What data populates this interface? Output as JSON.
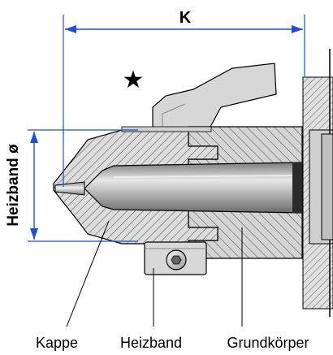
{
  "dimensions": {
    "length_label": "K",
    "diameter_label": "Heizband ø",
    "color": "#1f4fd8"
  },
  "marker": {
    "symbol": "★",
    "icon": "star-icon"
  },
  "callouts": {
    "kappe": "Kappe",
    "heizband": "Heizband",
    "grundkoerper": "Grundkörper"
  },
  "colors": {
    "part_fill": "#d9d9d9",
    "hatch": "#555555",
    "bore": "#9a9a9a",
    "outline": "#000000"
  }
}
